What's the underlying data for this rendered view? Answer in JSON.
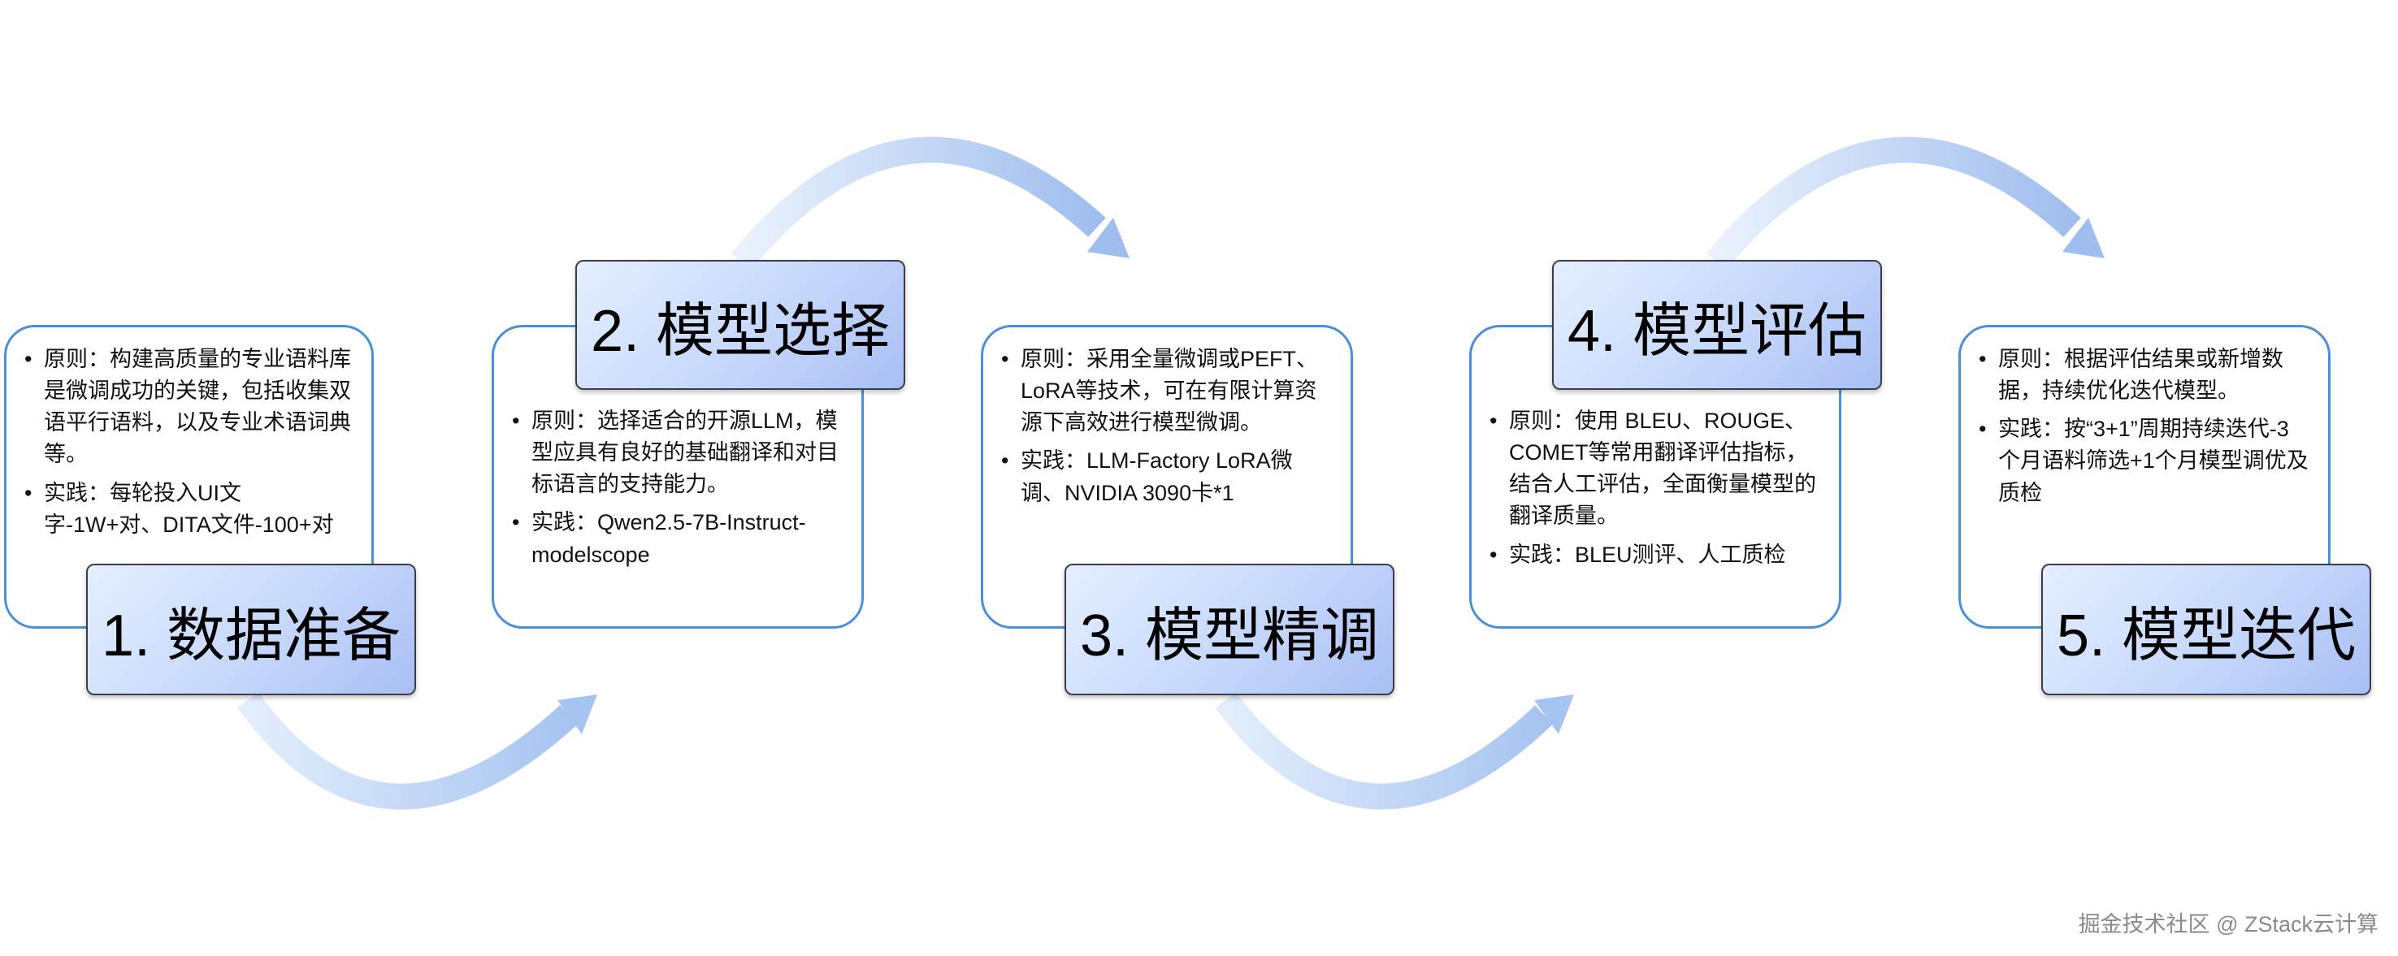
{
  "steps": [
    {
      "title": "1. 数据准备",
      "bullet": "•",
      "points": [
        "原则：构建高质量的专业语料库是微调成功的关键，包括收集双语平行语料，以及专业术语词典等。",
        "实践：每轮投入UI文字-1W+对、DITA文件-100+对"
      ]
    },
    {
      "title": "2. 模型选择",
      "bullet": "•",
      "points": [
        "原则：选择适合的开源LLM，模型应具有良好的基础翻译和对目标语言的支持能力。",
        "实践：Qwen2.5-7B-Instruct-modelscope"
      ]
    },
    {
      "title": "3. 模型精调",
      "bullet": "•",
      "points": [
        "原则：采用全量微调或PEFT、LoRA等技术，可在有限计算资源下高效进行模型微调。",
        "实践：LLM-Factory LoRA微调、NVIDIA 3090卡*1"
      ]
    },
    {
      "title": "4. 模型评估",
      "bullet": "•",
      "points": [
        "原则：使用 BLEU、ROUGE、COMET等常用翻译评估指标，结合人工评估，全面衡量模型的翻译质量。",
        "实践：BLEU测评、人工质检"
      ]
    },
    {
      "title": "5. 模型迭代",
      "bullet": "•",
      "points": [
        "原则：根据评估结果或新增数据，持续优化迭代模型。",
        "实践：按“3+1”周期持续迭代-3个月语料筛选+1个月模型调优及质检"
      ]
    }
  ],
  "watermark": "掘金技术社区 @ ZStack云计算",
  "colors": {
    "box_border": "#4a90d9",
    "title_gradient_start": "#e4efff",
    "title_gradient_end": "#a9bff4",
    "arrow_light": "#dbe9fb",
    "arrow_dark": "#a9c3f0"
  }
}
